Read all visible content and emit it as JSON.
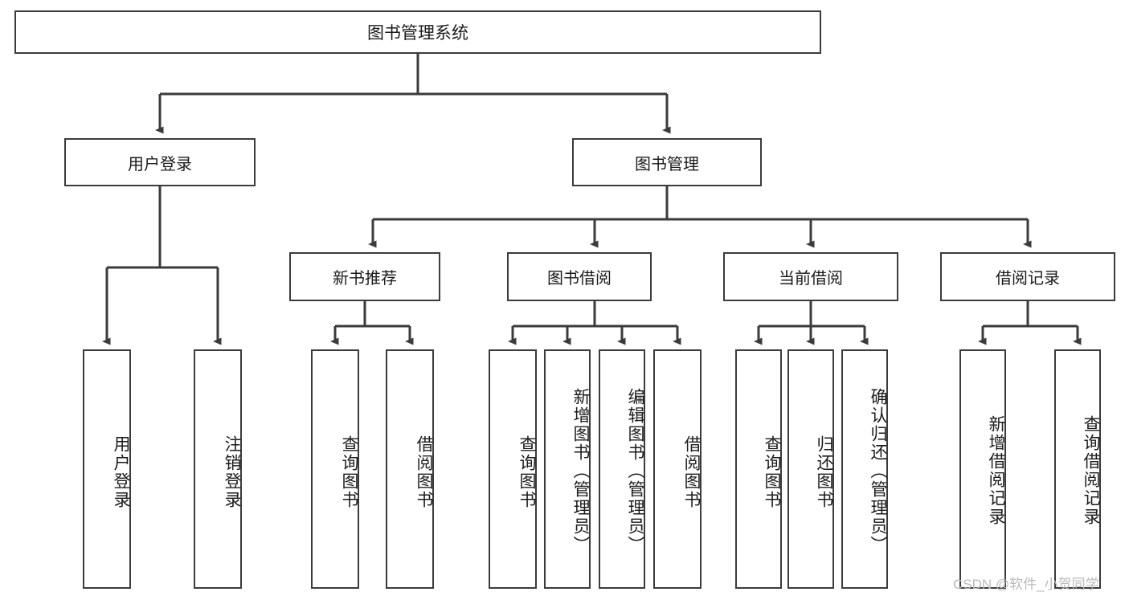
{
  "diagram": {
    "title": "图书管理系统",
    "watermark": "CSDN @软件_小贺同学",
    "stroke_color": "#3b3b3b",
    "background_color": "#ffffff",
    "text_color": "#1b1b1b",
    "watermark_color": "#b9b9b9",
    "root": {
      "label": "图书管理系统"
    },
    "level1": [
      {
        "label": "用户登录"
      },
      {
        "label": "图书管理"
      }
    ],
    "level2": [
      {
        "label": "新书推荐"
      },
      {
        "label": "图书借阅"
      },
      {
        "label": "当前借阅"
      },
      {
        "label": "借阅记录"
      }
    ],
    "leaves": {
      "user_login": [
        {
          "label": "用户登录"
        },
        {
          "label": "注销登录"
        }
      ],
      "new_book_recommend": [
        {
          "label": "查询图书"
        },
        {
          "label": "借阅图书"
        }
      ],
      "book_borrow": [
        {
          "label": "查询图书"
        },
        {
          "label": "新增图书（管理员）"
        },
        {
          "label": "编辑图书（管理员）"
        },
        {
          "label": "借阅图书"
        }
      ],
      "current_borrow": [
        {
          "label": "查询图书"
        },
        {
          "label": "归还图书"
        },
        {
          "label": "确认归还（管理员）"
        }
      ],
      "borrow_record": [
        {
          "label": "新增借阅记录"
        },
        {
          "label": "查询借阅记录"
        }
      ]
    }
  }
}
